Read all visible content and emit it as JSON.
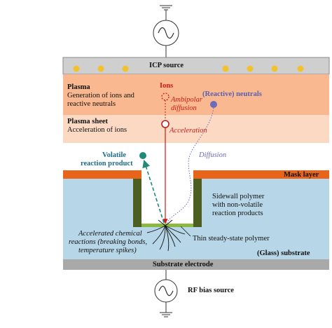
{
  "colors": {
    "icp_bar": "#cfcfcf",
    "plasma": "#f9b88f",
    "sheath": "#fbd9c3",
    "mask": "#e8641a",
    "substrate": "#b7d7e8",
    "sidewall": "#4d5e22",
    "floor_polymer": "#8bb840",
    "electrode": "#a9a9a9",
    "ion": "#cc1a1a",
    "neutral": "#6b6db8",
    "product": "#1e8a7a",
    "source_dot": "#f2c12e"
  },
  "icons": [
    "ac-source-top-icon",
    "ac-source-bottom-icon",
    "ground-top-icon",
    "ground-bottom-icon"
  ],
  "labels": {
    "icp_source": "ICP source",
    "plasma_title": "Plasma",
    "plasma_desc_1": "Generation of ions and",
    "plasma_desc_2": "reactive neutrals",
    "ions": "Ions",
    "ambipolar_1": "Ambipolar",
    "ambipolar_2": "diffusion",
    "reactive_neutrals": "(Reactive) neutrals",
    "sheet_title": "Plasma sheet",
    "sheet_desc": "Acceleration of ions",
    "acceleration": "Acceleration",
    "volatile_1": "Volatile",
    "volatile_2": "reaction product",
    "diffusion": "Diffusion",
    "mask_layer": "Mask layer",
    "sidewall_1": "Sidewall polymer",
    "sidewall_2": "with non-volatile",
    "sidewall_3": "reaction products",
    "accel_1": "Accelerated chemical",
    "accel_2": "reactions (breaking bonds,",
    "accel_3": "temperature spikes)",
    "thin_polymer": "Thin steady-state polymer",
    "substrate": "(Glass) substrate",
    "electrode": "Substrate electrode",
    "rf_bias": "RF bias source"
  }
}
